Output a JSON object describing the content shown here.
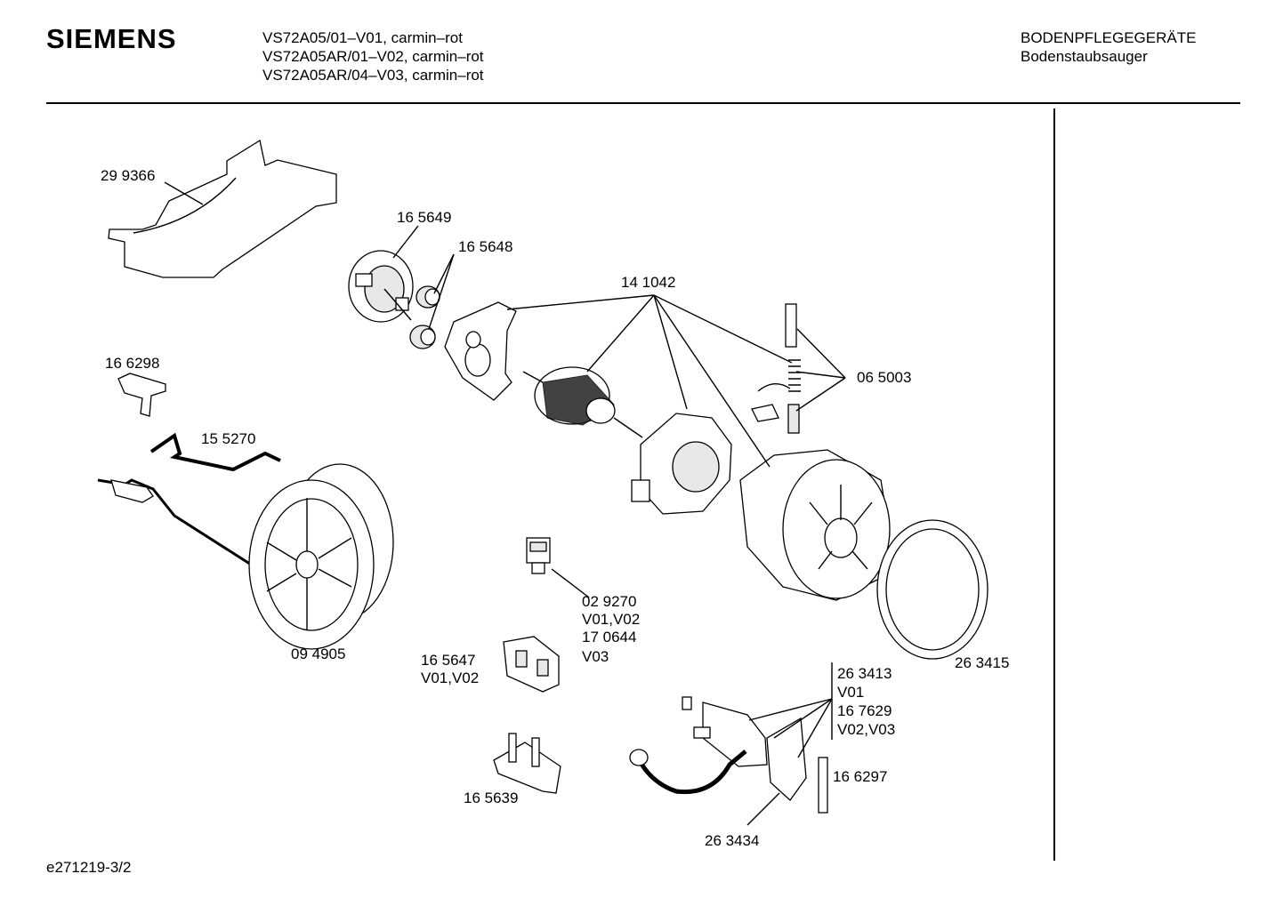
{
  "header": {
    "brand": "SIEMENS",
    "models": [
      "VS72A05/01–V01, carmin–rot",
      "VS72A05AR/01–V02, carmin–rot",
      "VS72A05AR/04–V03, carmin–rot"
    ],
    "category_title": "BODENPFLEGEGERÄTE",
    "category_sub": "Bodenstaubsauger"
  },
  "footer": {
    "drawing_id": "e271219-3/2"
  },
  "parts": {
    "p299366": "29 9366",
    "p165649": "16 5649",
    "p165648": "16 5648",
    "p141042": "14 1042",
    "p166298": "16 6298",
    "p155270": "15 5270",
    "p065003": "06 5003",
    "p094905": "09 4905",
    "p029270": "02 9270",
    "v0102_a": "V01,V02",
    "p170644": "17 0644",
    "v03": "V03",
    "p165647": "16 5647",
    "v0102_b": "V01,V02",
    "p263413": "26 3413",
    "v01": "V01",
    "p167629": "16 7629",
    "v0203": "V02,V03",
    "p263415": "26 3415",
    "p166297": "16 6297",
    "p165639": "16 5639",
    "p263434": "26 3434"
  }
}
